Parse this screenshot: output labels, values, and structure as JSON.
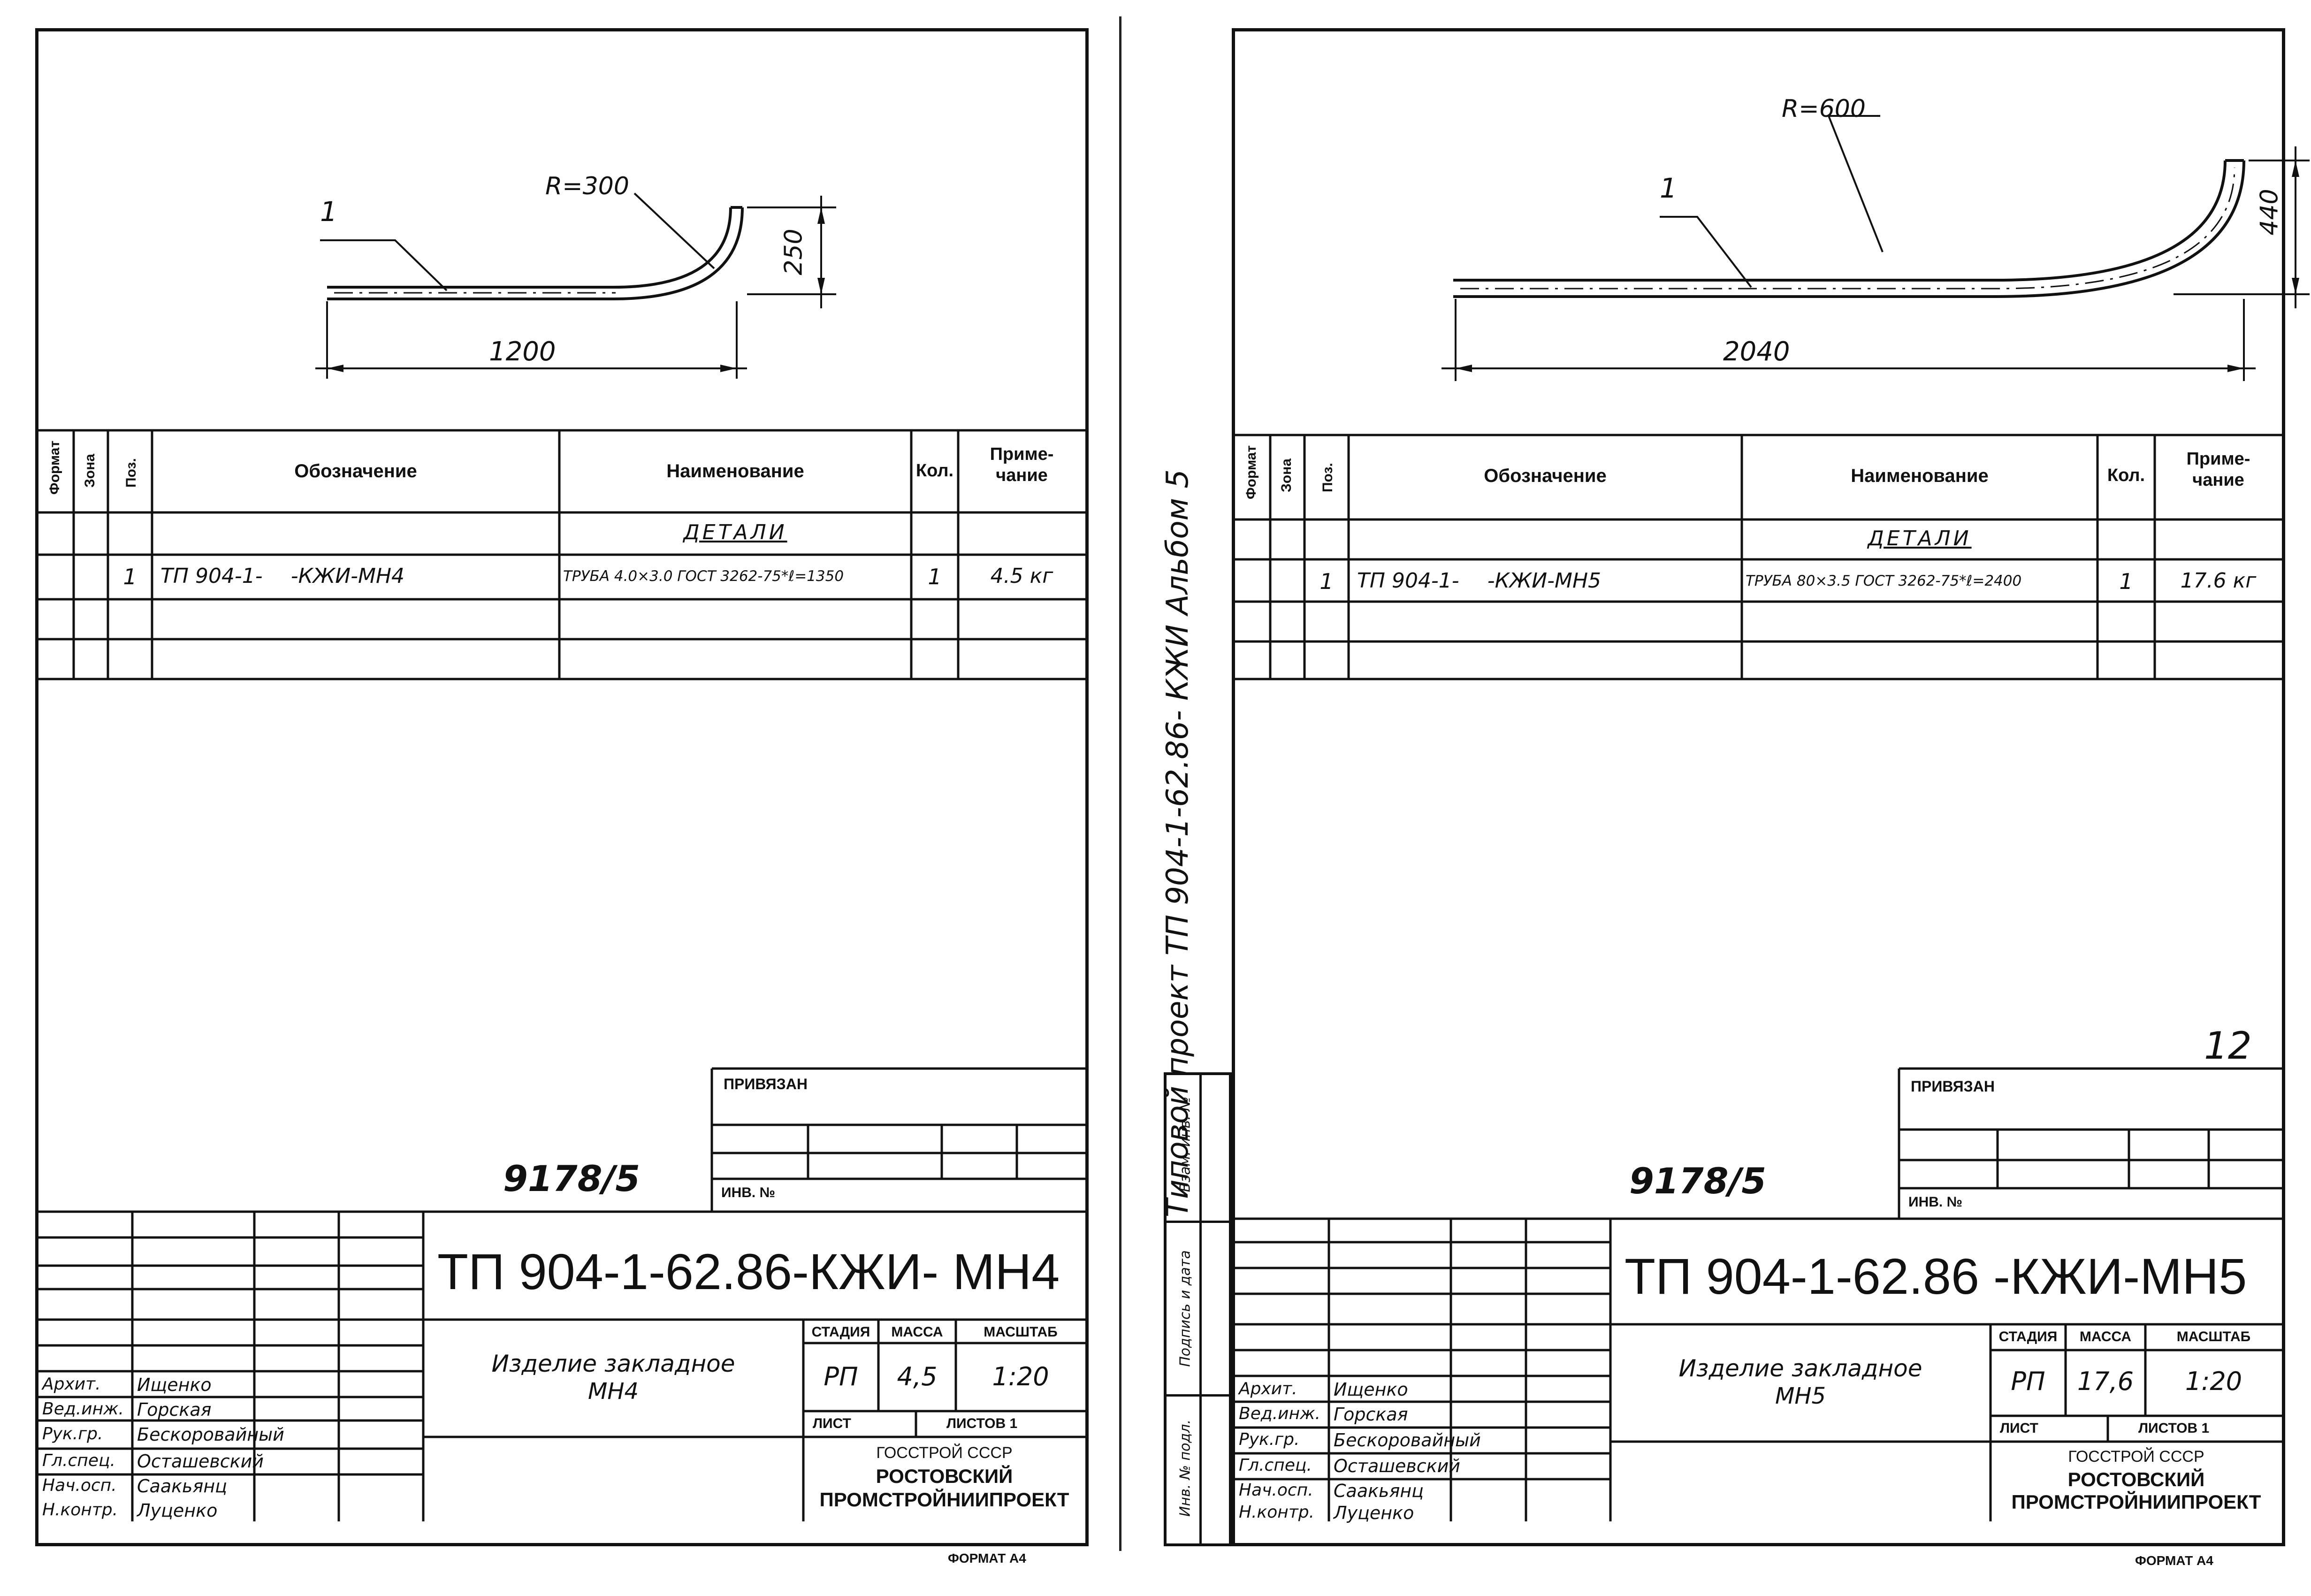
{
  "sheets": [
    {
      "drawing": {
        "pos_label": "1",
        "radius_label": "R=300",
        "length_label": "1200",
        "height_label": "250"
      },
      "spec": {
        "headers": {
          "format": "Формат",
          "zone": "Зона",
          "pos": "Поз.",
          "designation": "Обозначение",
          "name": "Наименование",
          "qty": "Кол.",
          "note_line1": "Приме-",
          "note_line2": "чание"
        },
        "section": "ДЕТАЛИ",
        "row": {
          "pos": "1",
          "designation_a": "ТП 904-1-",
          "designation_b": "-КЖИ-МН4",
          "name": "ТРУБА 4.0×3.0 ГОСТ 3262-75*ℓ=1350",
          "qty": "1",
          "note": "4.5 кг"
        }
      },
      "privyazan": "ПРИВЯЗАН",
      "inv": "ИНВ. №",
      "archive_no": "9178/5",
      "code": "ТП 904-1-62.86-КЖИ- МН4",
      "title": {
        "line1": "Изделие закладное",
        "line2": "МН4"
      },
      "stage": {
        "h_stage": "СТАДИЯ",
        "h_mass": "МАССА",
        "h_scale": "МАСШТАБ",
        "stage": "РП",
        "mass": "4,5",
        "scale": "1:20"
      },
      "sheet_label": "ЛИСТ",
      "sheets_label": "ЛИСТОВ 1",
      "org": {
        "line1": "ГОССТРОЙ СССР",
        "line2": "РОСТОВСКИЙ",
        "line3": "ПРОМСТРОЙНИИПРОЕКТ"
      },
      "staff": [
        {
          "role": "Архит.",
          "name": "Ищенко"
        },
        {
          "role": "Вед.инж.",
          "name": "Горская"
        },
        {
          "role": "Рук.гр.",
          "name": "Бескоровайный"
        },
        {
          "role": "Гл.спец.",
          "name": "Осташевский"
        },
        {
          "role": "Нач.осп.",
          "name": "Саакьянц"
        },
        {
          "role": "Н.контр.",
          "name": "Луценко"
        }
      ],
      "format": "ФОРМАТ А4"
    },
    {
      "drawing": {
        "pos_label": "1",
        "radius_label": "R=600",
        "length_label": "2040",
        "height_label": "440"
      },
      "spec": {
        "headers": {
          "format": "Формат",
          "zone": "Зона",
          "pos": "Поз.",
          "designation": "Обозначение",
          "name": "Наименование",
          "qty": "Кол.",
          "note_line1": "Приме-",
          "note_line2": "чание"
        },
        "section": "ДЕТАЛИ",
        "row": {
          "pos": "1",
          "designation_a": "ТП 904-1-",
          "designation_b": "-КЖИ-МН5",
          "name": "ТРУБА 80×3.5 ГОСТ 3262-75*ℓ=2400",
          "qty": "1",
          "note": "17.6 кг"
        }
      },
      "privyazan": "ПРИВЯЗАН",
      "inv": "ИНВ. №",
      "archive_no": "9178/5",
      "code": "ТП 904-1-62.86 -КЖИ-МН5",
      "title": {
        "line1": "Изделие закладное",
        "line2": "МН5"
      },
      "stage": {
        "h_stage": "СТАДИЯ",
        "h_mass": "МАССА",
        "h_scale": "МАСШТАБ",
        "stage": "РП",
        "mass": "17,6",
        "scale": "1:20"
      },
      "sheet_label": "ЛИСТ",
      "sheets_label": "ЛИСТОВ 1",
      "org": {
        "line1": "ГОССТРОЙ СССР",
        "line2": "РОСТОВСКИЙ",
        "line3": "ПРОМСТРОЙНИИПРОЕКТ"
      },
      "staff": [
        {
          "role": "Архит.",
          "name": "Ищенко"
        },
        {
          "role": "Вед.инж.",
          "name": "Горская"
        },
        {
          "role": "Рук.гр.",
          "name": "Бескоровайный"
        },
        {
          "role": "Гл.спец.",
          "name": "Осташевский"
        },
        {
          "role": "Нач.осп.",
          "name": "Саакьянц"
        },
        {
          "role": "Н.контр.",
          "name": "Луценко"
        }
      ],
      "format": "ФОРМАТ А4",
      "page_number": "12"
    }
  ],
  "vertical_title": "Типовой проект ТП 904-1-62.86- КЖИ Альбом 5",
  "side_stamp": {
    "inv_sub": "Инв. № подл.",
    "sign_date": "Подпись и дата",
    "replaced": "Взам. инв. №"
  }
}
